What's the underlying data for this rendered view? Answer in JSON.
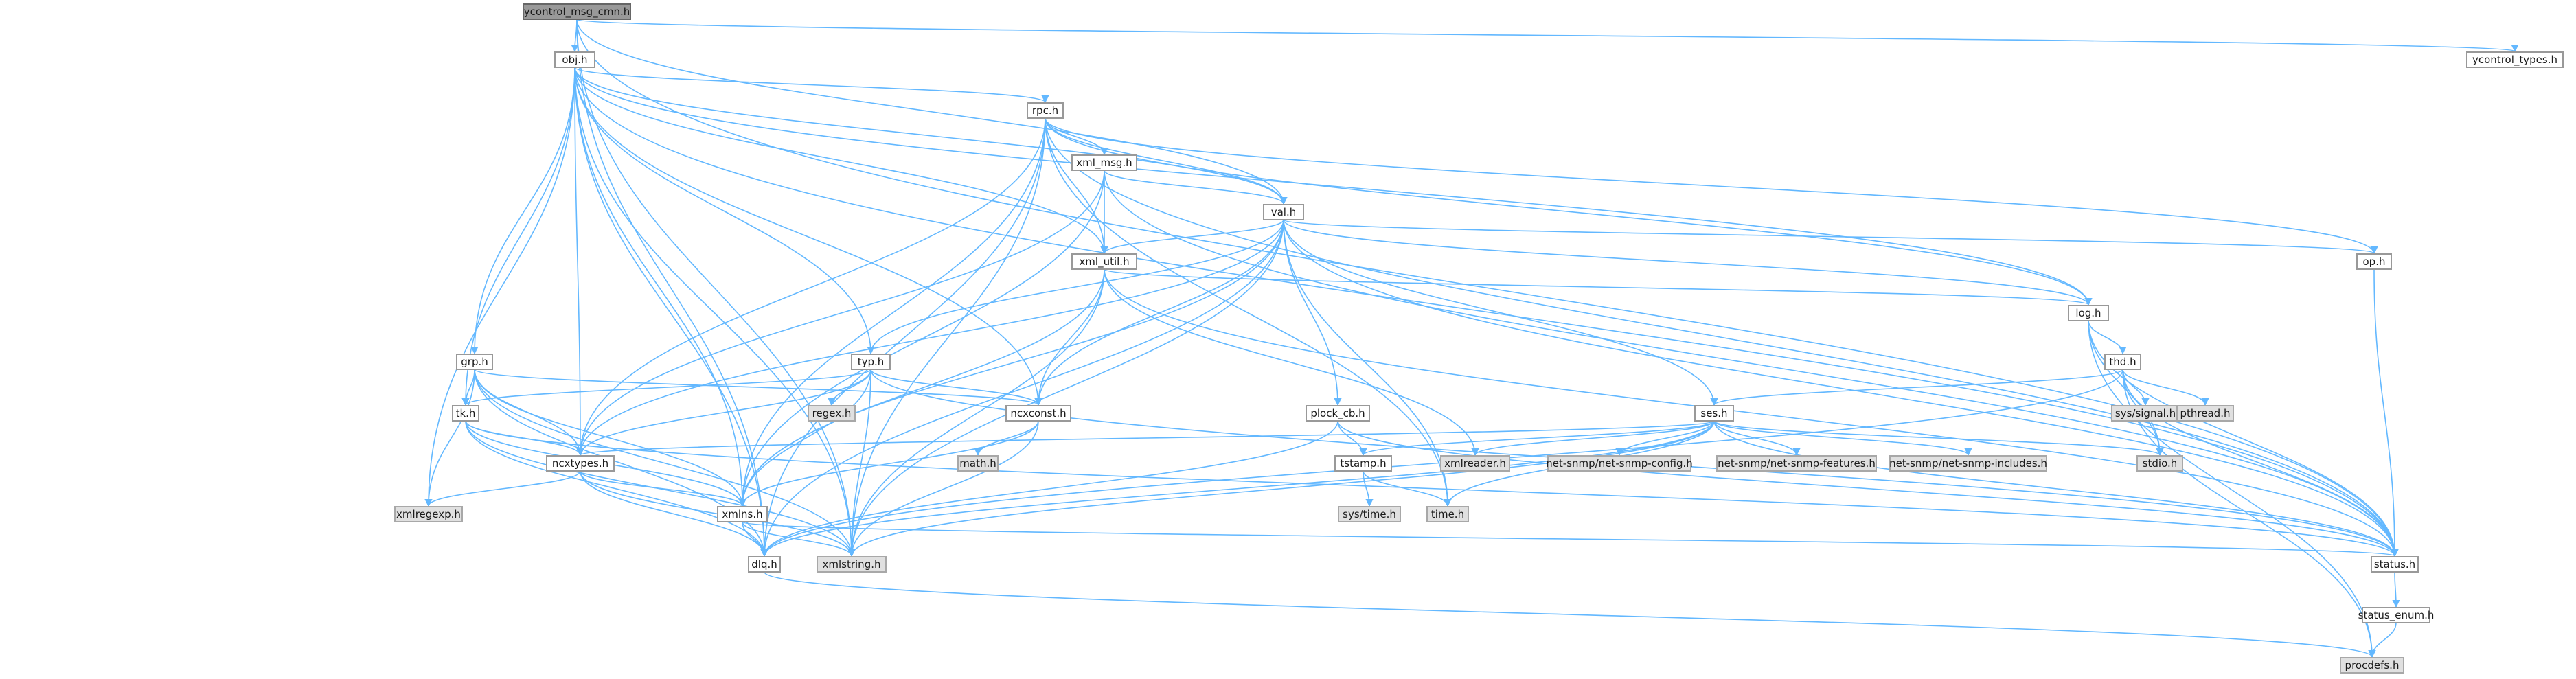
{
  "colors": {
    "edge": "#63b8ff",
    "root_fill": "#999999",
    "local_fill": "#ffffff",
    "system_fill": "#e0e0e0",
    "border": "#999999"
  },
  "nodes": [
    {
      "id": "ycontrol_msg_cmn_h",
      "label": "ycontrol_msg_cmn.h",
      "kind": "root"
    },
    {
      "id": "ycontrol_types_h",
      "label": "ycontrol_types.h",
      "kind": "local"
    },
    {
      "id": "obj_h",
      "label": "obj.h",
      "kind": "local"
    },
    {
      "id": "rpc_h",
      "label": "rpc.h",
      "kind": "local"
    },
    {
      "id": "xml_msg_h",
      "label": "xml_msg.h",
      "kind": "local"
    },
    {
      "id": "val_h",
      "label": "val.h",
      "kind": "local"
    },
    {
      "id": "xml_util_h",
      "label": "xml_util.h",
      "kind": "local"
    },
    {
      "id": "op_h",
      "label": "op.h",
      "kind": "local"
    },
    {
      "id": "log_h",
      "label": "log.h",
      "kind": "local"
    },
    {
      "id": "thd_h",
      "label": "thd.h",
      "kind": "local"
    },
    {
      "id": "sys_signal_h",
      "label": "sys/signal.h",
      "kind": "system"
    },
    {
      "id": "pthread_h",
      "label": "pthread.h",
      "kind": "system"
    },
    {
      "id": "grp_h",
      "label": "grp.h",
      "kind": "local"
    },
    {
      "id": "typ_h",
      "label": "typ.h",
      "kind": "local"
    },
    {
      "id": "regex_h",
      "label": "regex.h",
      "kind": "system"
    },
    {
      "id": "ncxconst_h",
      "label": "ncxconst.h",
      "kind": "local"
    },
    {
      "id": "plock_cb_h",
      "label": "plock_cb.h",
      "kind": "local"
    },
    {
      "id": "ses_h",
      "label": "ses.h",
      "kind": "local"
    },
    {
      "id": "tk_h",
      "label": "tk.h",
      "kind": "local"
    },
    {
      "id": "ncxtypes_h",
      "label": "ncxtypes.h",
      "kind": "local"
    },
    {
      "id": "math_h",
      "label": "math.h",
      "kind": "system"
    },
    {
      "id": "tstamp_h",
      "label": "tstamp.h",
      "kind": "local"
    },
    {
      "id": "xmlreader_h",
      "label": "xmlreader.h",
      "kind": "system"
    },
    {
      "id": "net_snmp_config_h",
      "label": "net-snmp/net-snmp-config.h",
      "kind": "system"
    },
    {
      "id": "net_snmp_features_h",
      "label": "net-snmp/net-snmp-features.h",
      "kind": "system"
    },
    {
      "id": "net_snmp_includes_h",
      "label": "net-snmp/net-snmp-includes.h",
      "kind": "system"
    },
    {
      "id": "stdio_h",
      "label": "stdio.h",
      "kind": "system"
    },
    {
      "id": "xmlregexp_h",
      "label": "xmlregexp.h",
      "kind": "system"
    },
    {
      "id": "xmlns_h",
      "label": "xmlns.h",
      "kind": "local"
    },
    {
      "id": "sys_time_h",
      "label": "sys/time.h",
      "kind": "system"
    },
    {
      "id": "time_h",
      "label": "time.h",
      "kind": "system"
    },
    {
      "id": "dlq_h",
      "label": "dlq.h",
      "kind": "local"
    },
    {
      "id": "xmlstring_h",
      "label": "xmlstring.h",
      "kind": "system"
    },
    {
      "id": "status_h",
      "label": "status.h",
      "kind": "local"
    },
    {
      "id": "status_enum_h",
      "label": "status_enum.h",
      "kind": "local"
    },
    {
      "id": "procdefs_h",
      "label": "procdefs.h",
      "kind": "system"
    }
  ],
  "edges": [
    [
      "ycontrol_msg_cmn_h",
      "ycontrol_types_h"
    ],
    [
      "ycontrol_msg_cmn_h",
      "obj_h"
    ],
    [
      "ycontrol_msg_cmn_h",
      "val_h"
    ],
    [
      "ycontrol_msg_cmn_h",
      "status_h"
    ],
    [
      "ycontrol_msg_cmn_h",
      "dlq_h"
    ],
    [
      "ycontrol_msg_cmn_h",
      "xmlstring_h"
    ],
    [
      "obj_h",
      "rpc_h"
    ],
    [
      "obj_h",
      "val_h"
    ],
    [
      "obj_h",
      "xml_util_h"
    ],
    [
      "obj_h",
      "log_h"
    ],
    [
      "obj_h",
      "status_h"
    ],
    [
      "obj_h",
      "grp_h"
    ],
    [
      "obj_h",
      "typ_h"
    ],
    [
      "obj_h",
      "ncxconst_h"
    ],
    [
      "obj_h",
      "tk_h"
    ],
    [
      "obj_h",
      "ncxtypes_h"
    ],
    [
      "obj_h",
      "xmlregexp_h"
    ],
    [
      "obj_h",
      "xmlns_h"
    ],
    [
      "obj_h",
      "dlq_h"
    ],
    [
      "obj_h",
      "xmlstring_h"
    ],
    [
      "rpc_h",
      "xml_msg_h"
    ],
    [
      "rpc_h",
      "val_h"
    ],
    [
      "rpc_h",
      "xml_util_h"
    ],
    [
      "rpc_h",
      "op_h"
    ],
    [
      "rpc_h",
      "log_h"
    ],
    [
      "rpc_h",
      "status_h"
    ],
    [
      "rpc_h",
      "ncxtypes_h"
    ],
    [
      "rpc_h",
      "xmlns_h"
    ],
    [
      "rpc_h",
      "dlq_h"
    ],
    [
      "rpc_h",
      "xmlstring_h"
    ],
    [
      "rpc_h",
      "time_h"
    ],
    [
      "xml_msg_h",
      "val_h"
    ],
    [
      "xml_msg_h",
      "xml_util_h"
    ],
    [
      "xml_msg_h",
      "ncxtypes_h"
    ],
    [
      "xml_msg_h",
      "xmlns_h"
    ],
    [
      "xml_msg_h",
      "status_h"
    ],
    [
      "val_h",
      "xml_util_h"
    ],
    [
      "val_h",
      "op_h"
    ],
    [
      "val_h",
      "log_h"
    ],
    [
      "val_h",
      "typ_h"
    ],
    [
      "val_h",
      "ncxconst_h"
    ],
    [
      "val_h",
      "plock_cb_h"
    ],
    [
      "val_h",
      "ses_h"
    ],
    [
      "val_h",
      "ncxtypes_h"
    ],
    [
      "val_h",
      "xmlns_h"
    ],
    [
      "val_h",
      "time_h"
    ],
    [
      "val_h",
      "dlq_h"
    ],
    [
      "val_h",
      "xmlstring_h"
    ],
    [
      "val_h",
      "status_h"
    ],
    [
      "xml_util_h",
      "log_h"
    ],
    [
      "xml_util_h",
      "ncxconst_h"
    ],
    [
      "xml_util_h",
      "xmlreader_h"
    ],
    [
      "xml_util_h",
      "xmlns_h"
    ],
    [
      "xml_util_h",
      "xmlstring_h"
    ],
    [
      "xml_util_h",
      "status_h"
    ],
    [
      "op_h",
      "status_h"
    ],
    [
      "log_h",
      "thd_h"
    ],
    [
      "log_h",
      "stdio_h"
    ],
    [
      "log_h",
      "status_h"
    ],
    [
      "log_h",
      "procdefs_h"
    ],
    [
      "thd_h",
      "ses_h"
    ],
    [
      "thd_h",
      "sys_signal_h"
    ],
    [
      "thd_h",
      "pthread_h"
    ],
    [
      "thd_h",
      "stdio_h"
    ],
    [
      "thd_h",
      "status_h"
    ],
    [
      "thd_h",
      "dlq_h"
    ],
    [
      "thd_h",
      "procdefs_h"
    ],
    [
      "grp_h",
      "tk_h"
    ],
    [
      "grp_h",
      "ncxtypes_h"
    ],
    [
      "grp_h",
      "ncxconst_h"
    ],
    [
      "grp_h",
      "xmlregexp_h"
    ],
    [
      "grp_h",
      "xmlns_h"
    ],
    [
      "grp_h",
      "dlq_h"
    ],
    [
      "grp_h",
      "xmlstring_h"
    ],
    [
      "typ_h",
      "regex_h"
    ],
    [
      "typ_h",
      "ncxconst_h"
    ],
    [
      "typ_h",
      "tk_h"
    ],
    [
      "typ_h",
      "ncxtypes_h"
    ],
    [
      "typ_h",
      "xmlns_h"
    ],
    [
      "typ_h",
      "xmlstring_h"
    ],
    [
      "typ_h",
      "status_h"
    ],
    [
      "ncxconst_h",
      "math_h"
    ],
    [
      "ncxconst_h",
      "xmlns_h"
    ],
    [
      "ncxconst_h",
      "xmlstring_h"
    ],
    [
      "plock_cb_h",
      "tstamp_h"
    ],
    [
      "plock_cb_h",
      "dlq_h"
    ],
    [
      "plock_cb_h",
      "status_h"
    ],
    [
      "ses_h",
      "ncxtypes_h"
    ],
    [
      "ses_h",
      "tstamp_h"
    ],
    [
      "ses_h",
      "xmlreader_h"
    ],
    [
      "ses_h",
      "net_snmp_config_h"
    ],
    [
      "ses_h",
      "net_snmp_features_h"
    ],
    [
      "ses_h",
      "net_snmp_includes_h"
    ],
    [
      "ses_h",
      "stdio_h"
    ],
    [
      "ses_h",
      "time_h"
    ],
    [
      "ses_h",
      "status_h"
    ],
    [
      "ses_h",
      "dlq_h"
    ],
    [
      "ses_h",
      "xmlstring_h"
    ],
    [
      "tk_h",
      "ncxtypes_h"
    ],
    [
      "tk_h",
      "xmlns_h"
    ],
    [
      "tk_h",
      "dlq_h"
    ],
    [
      "tk_h",
      "xmlstring_h"
    ],
    [
      "tk_h",
      "status_h"
    ],
    [
      "ncxtypes_h",
      "xmlregexp_h"
    ],
    [
      "ncxtypes_h",
      "xmlns_h"
    ],
    [
      "ncxtypes_h",
      "dlq_h"
    ],
    [
      "ncxtypes_h",
      "xmlstring_h"
    ],
    [
      "tstamp_h",
      "sys_time_h"
    ],
    [
      "tstamp_h",
      "time_h"
    ],
    [
      "xmlns_h",
      "xmlstring_h"
    ],
    [
      "xmlns_h",
      "dlq_h"
    ],
    [
      "xmlns_h",
      "status_h"
    ],
    [
      "dlq_h",
      "procdefs_h"
    ],
    [
      "status_h",
      "status_enum_h"
    ],
    [
      "status_enum_h",
      "procdefs_h"
    ]
  ]
}
